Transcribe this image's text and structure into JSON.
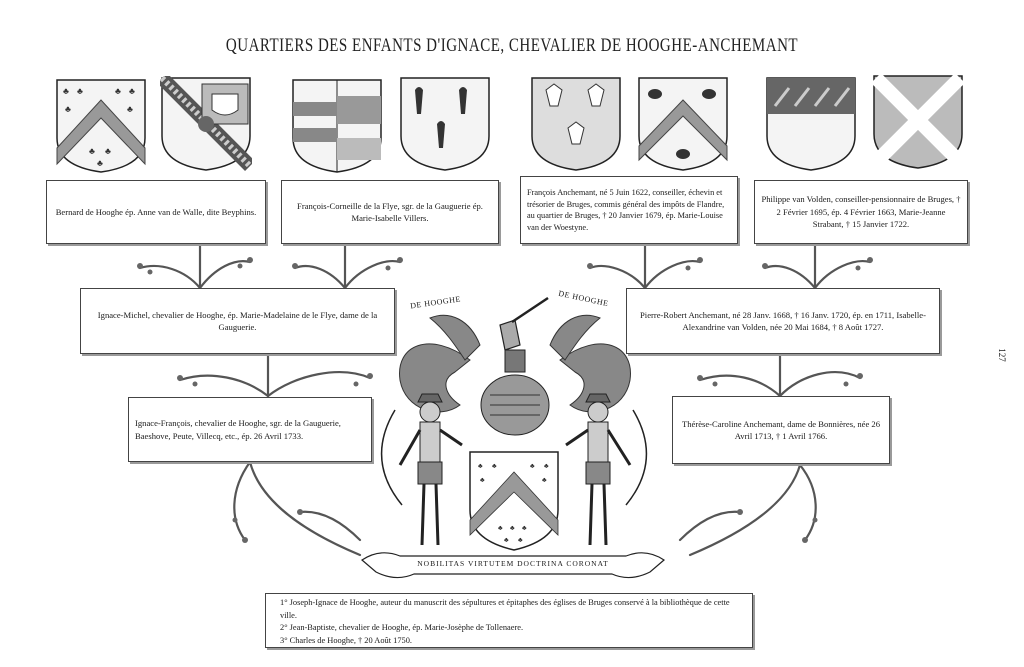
{
  "title": "QUARTIERS DES ENFANTS D'IGNACE, CHEVALIER DE HOOGHE-ANCHEMANT",
  "page_number": "127",
  "ancestors": [
    {
      "text": "Bernard de Hooghe ép. Anne van de Walle, dite Beyphins."
    },
    {
      "text": "François-Corneille de la Flye, sgr. de la Gauguerie ép. Marie-Isabelle Villers."
    },
    {
      "text": "François Anchemant, né 5 Juin 1622, conseiller, échevin et trésorier de Bruges, commis général des impôts de Flandre, au quartier de Bruges, † 20 Janvier 1679, ép. Marie-Louise van der Woestyne."
    },
    {
      "text": "Philippe van Volden, conseiller-pensionnaire de Bruges, † 2 Février 1695, ép. 4 Février 1663, Marie-Jeanne Strabant, † 15 Janvier 1722."
    }
  ],
  "parents": [
    {
      "text": "Ignace-Michel, chevalier de Hooghe, ép. Marie-Madelaine de le Flye, dame de la Gauguerie."
    },
    {
      "text": "Pierre-Robert Anchemant, né 28 Janv. 1668, † 16 Janv. 1720, ép. en 1711, Isabelle-Alexandrine van Volden, née 20 Mai 1684, † 8 Août 1727."
    }
  ],
  "couple": [
    {
      "text": "Ignace-François, chevalier de Hooghe, sgr. de la Gauguerie, Baeshove, Peute, Villecq, etc., ép. 26 Avril 1733."
    },
    {
      "text": "Thérèse-Caroline Anchemant, dame de Bonnières, née 26 Avril 1713, † 1 Avril 1766."
    }
  ],
  "crest_labels": {
    "left": "DE HOOGHE",
    "right": "DE HOOGHE"
  },
  "motto": "NOBILITAS VIRTUTEM DOCTRINA CORONAT",
  "children": [
    "1° Joseph-Ignace de Hooghe, auteur du manuscrit des sépultures et épitaphes des églises de Bruges conservé à la bibliothèque de cette ville.",
    "2° Jean-Baptiste, chevalier de Hooghe, ép. Marie-Josèphe de Tollenaere.",
    "3° Charles de Hooghe, † 20 Août 1750."
  ]
}
